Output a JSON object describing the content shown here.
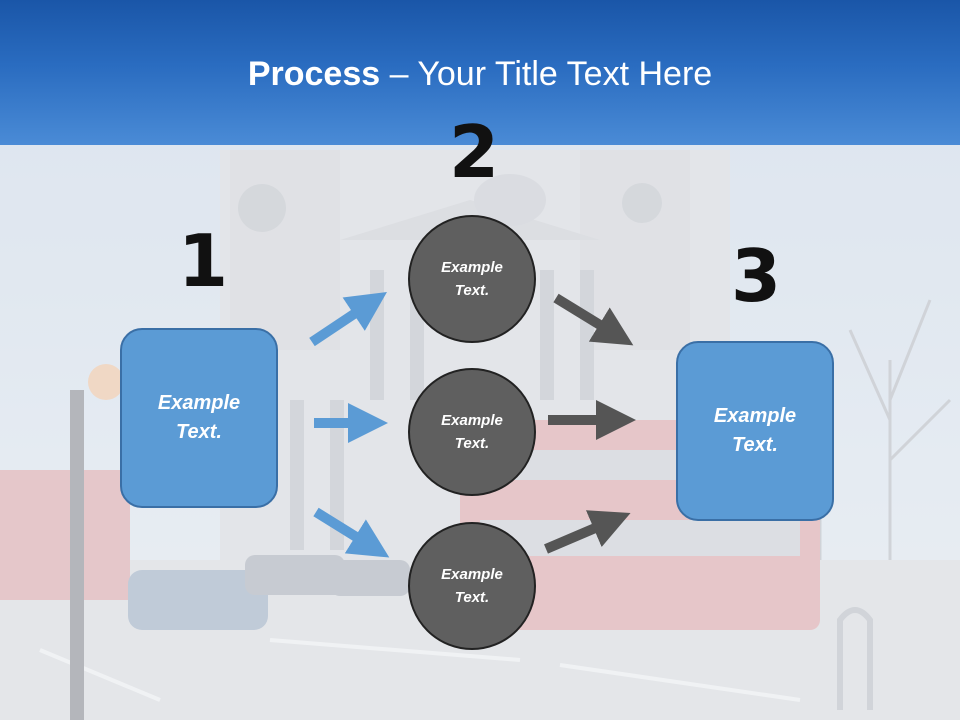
{
  "slide": {
    "title_bold": "Process",
    "title_rest": " – Your Title Text Here"
  },
  "steps": {
    "num1": "1",
    "num2": "2",
    "num3": "3"
  },
  "boxes": {
    "left": "Example\nText.",
    "right": "Example\nText."
  },
  "circles": [
    {
      "label": "Example\nText."
    },
    {
      "label": "Example\nText."
    },
    {
      "label": "Example\nText."
    }
  ],
  "colors": {
    "header": "#2a6cc0",
    "box_fill": "#5b9bd5",
    "circle_fill": "#5f5f5f",
    "arrow_blue": "#5b9bd5",
    "arrow_gray": "#555555"
  }
}
